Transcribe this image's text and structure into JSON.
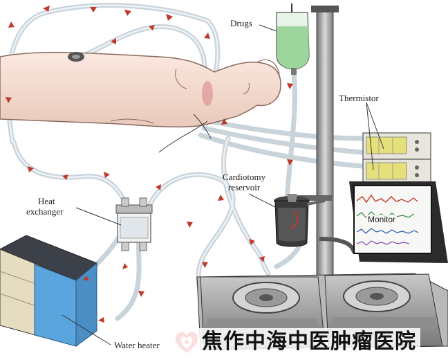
{
  "labels": {
    "drugs": "Drugs",
    "thermistor": "Thermistor",
    "cardiotomy_line1": "Cardiotomy",
    "cardiotomy_line2": "reservoir",
    "heat_line1": "Heat",
    "heat_line2": "exchanger",
    "monitor": "Monitor",
    "water_heater": "Water heater"
  },
  "watermark": {
    "text": "焦作中海中医肿瘤医院",
    "logo_icon": "heart-logo-icon"
  },
  "colors": {
    "arrow": "#c0392b",
    "tube": "#cfd8de",
    "water_heater": "#5aa5dd",
    "drug_fluid": "#8fd08f"
  }
}
